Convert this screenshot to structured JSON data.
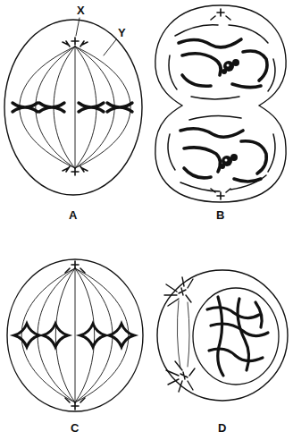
{
  "diagram": {
    "labels": [
      "X",
      "Y",
      "A",
      "B",
      "C",
      "D"
    ]
  }
}
